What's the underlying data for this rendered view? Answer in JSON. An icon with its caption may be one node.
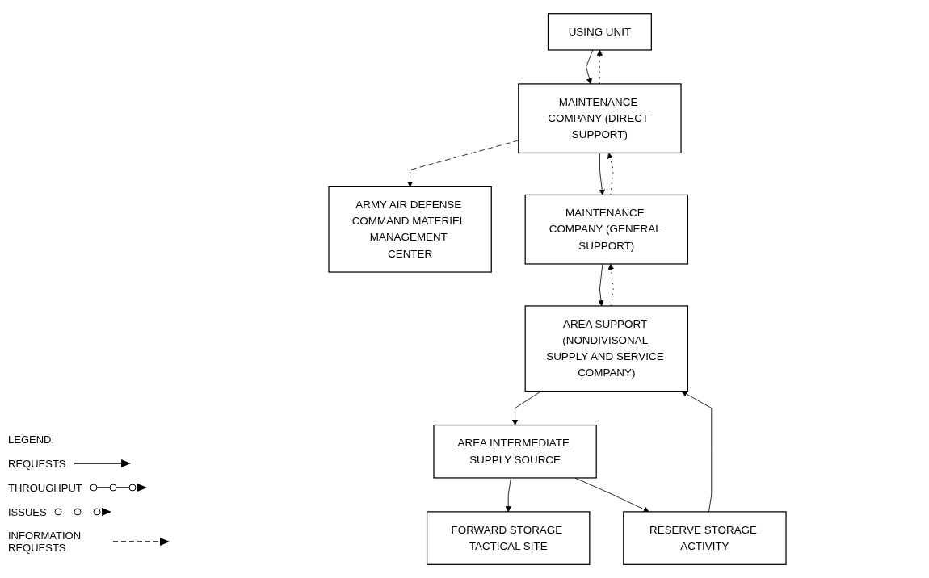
{
  "diagram": {
    "nodes": [
      {
        "text": [
          "USING UNIT"
        ]
      },
      {
        "text": [
          "MAINTENANCE COMPANY (DIRECT SUPPORT)"
        ]
      },
      {
        "text": [
          "ARMY AIR DEFENSE COMMAND MATERIEL MANAGEMENT CENTER"
        ]
      },
      {
        "text": [
          "MAINTENANCE COMPANY (GENERAL SUPPORT)"
        ]
      },
      {
        "text": [
          "AREA SUPPORT (NONDIVISONAL SUPPLY AND SERVICE COMPANY)"
        ]
      },
      {
        "text": [
          "AREA INTERMEDIATE SUPPLY SOURCE"
        ]
      },
      {
        "text": [
          "FORWARD STORAGE TACTICAL SITE"
        ]
      },
      {
        "text": [
          "RESERVE STORAGE ACTIVITY"
        ]
      }
    ],
    "edges": [
      {
        "from": 0,
        "to": 1,
        "arrow": "to"
      },
      {
        "from": 1,
        "to": 0,
        "arrow": "to",
        "style": "dashed"
      },
      {
        "from": 1,
        "to": 2,
        "arrow": "to",
        "style": "dashed"
      },
      {
        "from": 1,
        "to": 3,
        "arrow": "to"
      },
      {
        "from": 3,
        "to": 1,
        "arrow": "to",
        "style": "dashed"
      },
      {
        "from": 3,
        "to": 4,
        "arrow": "to"
      },
      {
        "from": 4,
        "to": 3,
        "arrow": "to",
        "style": "dashed"
      },
      {
        "from": 4,
        "to": 5,
        "arrow": "to"
      },
      {
        "from": 5,
        "to": 6,
        "arrow": "to"
      },
      {
        "from": 5,
        "to": 7,
        "arrow": "to"
      },
      {
        "from": 7,
        "to": 4,
        "arrow": "to"
      }
    ],
    "labels": [
      "LEGEND:"
    ],
    "legend": [
      {
        "text": "REQUESTS"
      },
      {
        "text": "THROUGHPUT"
      },
      {
        "text": "ISSUES"
      },
      {
        "text": "INFORMATION REQUESTS"
      }
    ]
  }
}
